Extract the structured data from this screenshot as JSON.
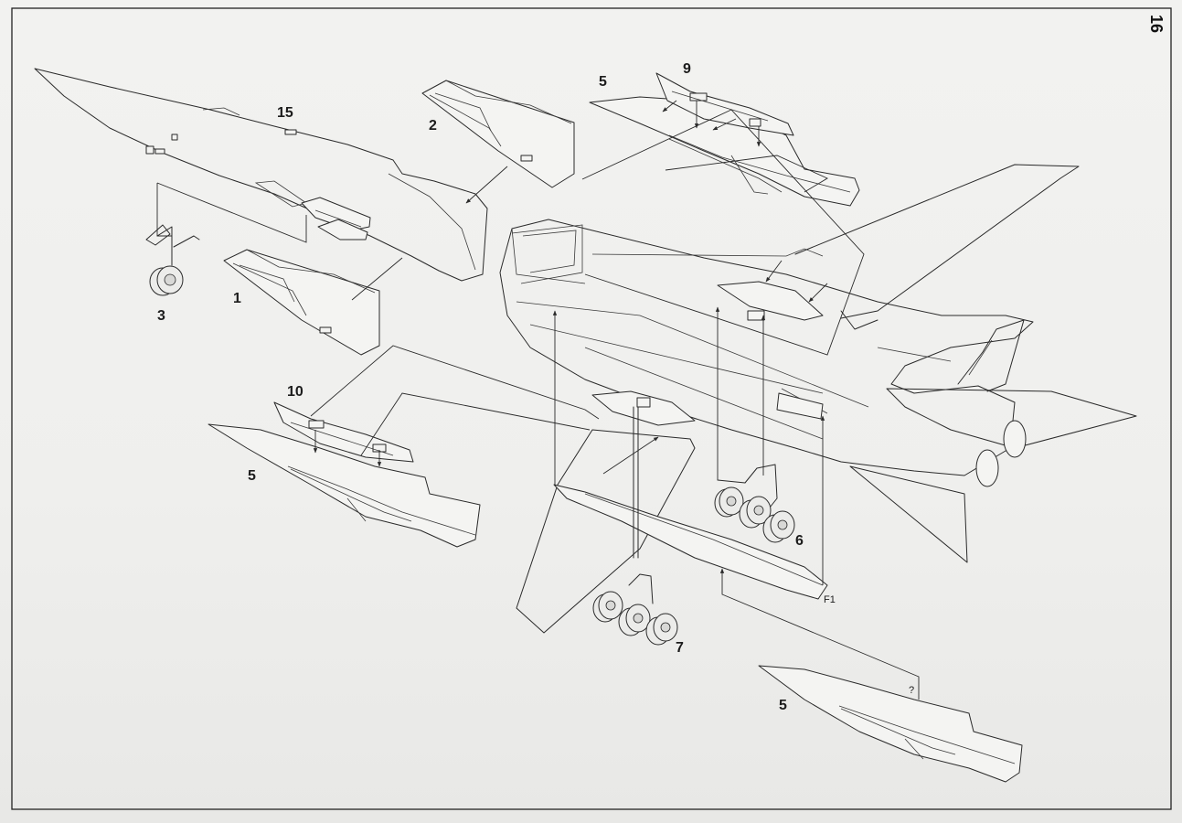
{
  "page_number": "16",
  "part_labels": {
    "p15": "15",
    "p2": "2",
    "p5a": "5",
    "p9": "9",
    "p1": "1",
    "p3": "3",
    "p10": "10",
    "p5b": "5",
    "p6": "6",
    "f1": "F1",
    "p7": "7",
    "p5c": "5",
    "q": "?"
  },
  "colors": {
    "paper": "#f0f0ee",
    "ink": "#2a2a2a"
  }
}
